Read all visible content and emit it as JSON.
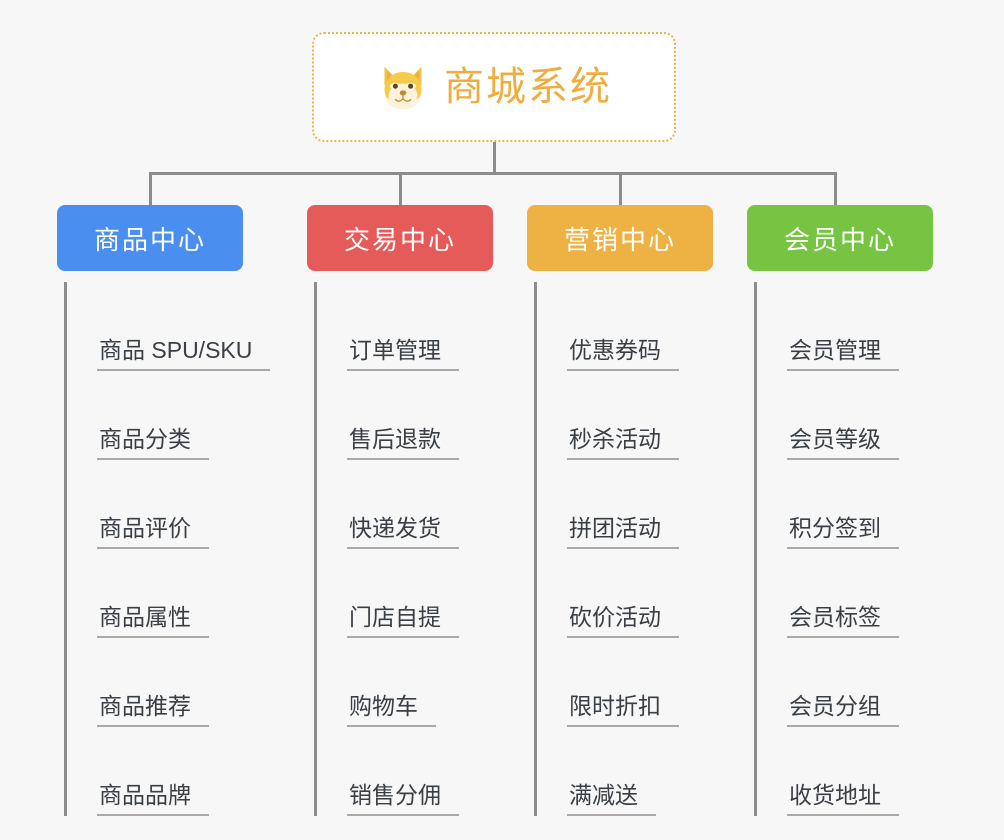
{
  "root": {
    "title": "商城系统",
    "icon": "dog-face-icon",
    "text_color": "#eead3e",
    "border_color": "#edb14a"
  },
  "columns": [
    {
      "label": "商品中心",
      "color": "#4a8ef0",
      "items": [
        "商品 SPU/SKU",
        "商品分类",
        "商品评价",
        "商品属性",
        "商品推荐",
        "商品品牌"
      ]
    },
    {
      "label": "交易中心",
      "color": "#e55b59",
      "items": [
        "订单管理",
        "售后退款",
        "快递发货",
        "门店自提",
        "购物车",
        "销售分佣"
      ]
    },
    {
      "label": "营销中心",
      "color": "#eeb143",
      "items": [
        "优惠券码",
        "秒杀活动",
        "拼团活动",
        "砍价活动",
        "限时折扣",
        "满减送"
      ]
    },
    {
      "label": "会员中心",
      "color": "#76c441",
      "items": [
        "会员管理",
        "会员等级",
        "积分签到",
        "会员标签",
        "会员分组",
        "收货地址"
      ]
    }
  ],
  "theme": {
    "background": "#f7f7f7",
    "connector_color": "#8c8c8c",
    "leaf_underline_color": "#a9a9a9",
    "leaf_text_color": "#3a3f45"
  }
}
